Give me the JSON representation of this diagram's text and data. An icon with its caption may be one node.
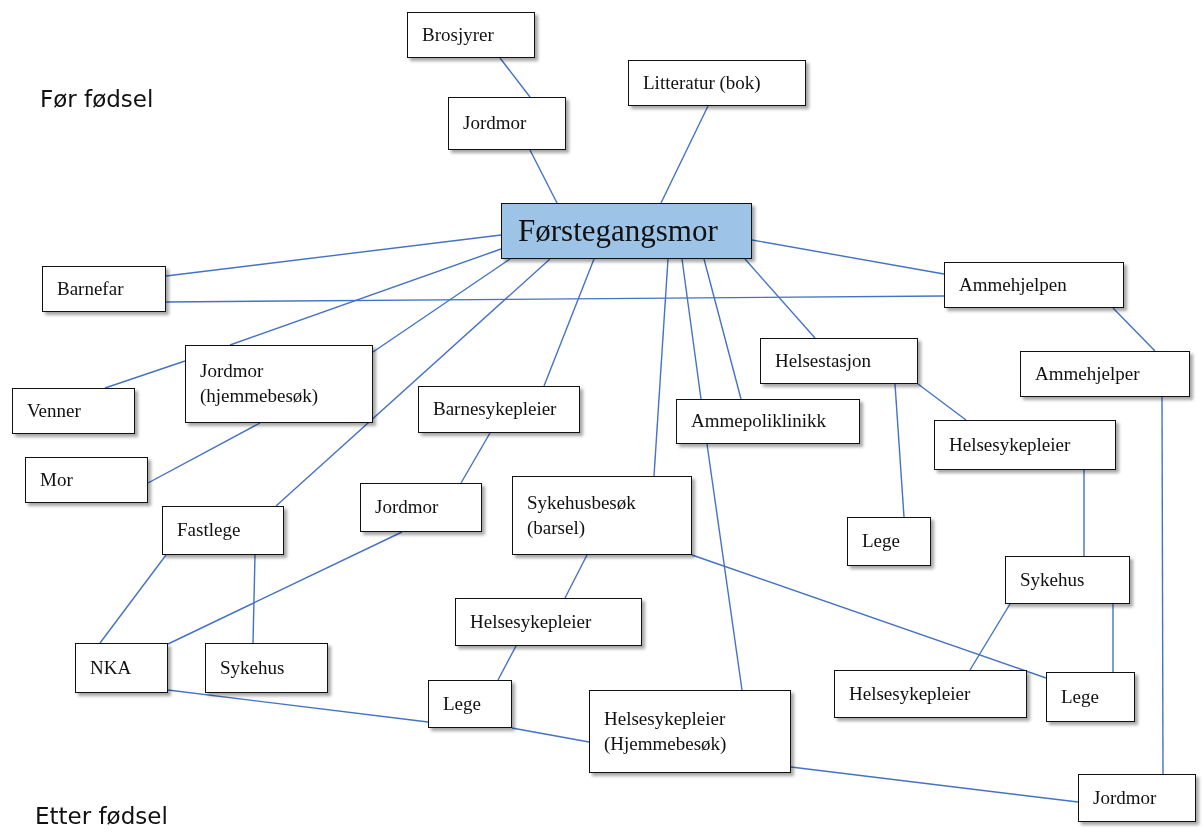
{
  "diagram": {
    "nodes": [
      {
        "text": [
          "Førstegangsmor"
        ]
      },
      {
        "text": [
          "Brosjyrer"
        ]
      },
      {
        "text": [
          "Litteratur (bok)"
        ]
      },
      {
        "text": [
          "Jordmor"
        ]
      },
      {
        "text": [
          "Barnefar"
        ]
      },
      {
        "text": [
          "Ammehjelpen"
        ]
      },
      {
        "text": [
          "Jordmor (hjemmebesøk)"
        ]
      },
      {
        "text": [
          "Venner"
        ]
      },
      {
        "text": [
          "Mor"
        ]
      },
      {
        "text": [
          "Helsestasjon"
        ]
      },
      {
        "text": [
          "Ammehjelper"
        ]
      },
      {
        "text": [
          "Barnesykepleier"
        ]
      },
      {
        "text": [
          "Ammepoliklinikk"
        ]
      },
      {
        "text": [
          "Helsesykepleier"
        ]
      },
      {
        "text": [
          "Fastlege"
        ]
      },
      {
        "text": [
          "Jordmor"
        ]
      },
      {
        "text": [
          "Sykehusbesøk (barsel)"
        ]
      },
      {
        "text": [
          "Lege"
        ]
      },
      {
        "text": [
          "Sykehus"
        ]
      },
      {
        "text": [
          "NKA"
        ]
      },
      {
        "text": [
          "Sykehus"
        ]
      },
      {
        "text": [
          "Helsesykepleier"
        ]
      },
      {
        "text": [
          "Lege"
        ]
      },
      {
        "text": [
          "Helsesykepleier (Hjemmebesøk)"
        ]
      },
      {
        "text": [
          "Helsesykepleier"
        ]
      },
      {
        "text": [
          "Lege"
        ]
      },
      {
        "text": [
          "Jordmor"
        ]
      }
    ],
    "edges": [
      {
        "from": 1,
        "to": 3,
        "arrow": "none"
      },
      {
        "from": 3,
        "to": 0,
        "arrow": "none"
      },
      {
        "from": 2,
        "to": 0,
        "arrow": "none"
      },
      {
        "from": 4,
        "to": 0,
        "arrow": "none"
      },
      {
        "from": 4,
        "to": 5,
        "arrow": "none"
      },
      {
        "from": 0,
        "to": 5,
        "arrow": "none"
      },
      {
        "from": 7,
        "to": 6,
        "arrow": "none"
      },
      {
        "from": 6,
        "to": 0,
        "arrow": "none"
      },
      {
        "from": 8,
        "to": 6,
        "arrow": "none"
      },
      {
        "from": 14,
        "to": 0,
        "arrow": "none"
      },
      {
        "from": 11,
        "to": 0,
        "arrow": "none"
      },
      {
        "from": 16,
        "to": 0,
        "arrow": "none"
      },
      {
        "from": 12,
        "to": 0,
        "arrow": "none"
      },
      {
        "from": 12,
        "to": 0,
        "arrow": "none"
      },
      {
        "from": 9,
        "to": 0,
        "arrow": "none"
      },
      {
        "from": 5,
        "to": 10,
        "arrow": "none"
      },
      {
        "from": 10,
        "to": 26,
        "arrow": "none"
      },
      {
        "from": 9,
        "to": 13,
        "arrow": "none"
      },
      {
        "from": 9,
        "to": 17,
        "arrow": "none"
      },
      {
        "from": 13,
        "to": 18,
        "arrow": "none"
      },
      {
        "from": 18,
        "to": 24,
        "arrow": "none"
      },
      {
        "from": 18,
        "to": 25,
        "arrow": "none"
      },
      {
        "from": 16,
        "to": 25,
        "arrow": "none"
      },
      {
        "from": 16,
        "to": 21,
        "arrow": "none"
      },
      {
        "from": 21,
        "to": 22,
        "arrow": "none"
      },
      {
        "from": 11,
        "to": 15,
        "arrow": "none"
      },
      {
        "from": 15,
        "to": 19,
        "arrow": "none"
      },
      {
        "from": 14,
        "to": 19,
        "arrow": "none"
      },
      {
        "from": 14,
        "to": 20,
        "arrow": "none"
      },
      {
        "from": 19,
        "to": 22,
        "arrow": "none"
      },
      {
        "from": 12,
        "to": 23,
        "arrow": "none"
      },
      {
        "from": 23,
        "to": 26,
        "arrow": "none"
      },
      {
        "from": 6,
        "to": 0,
        "arrow": "none"
      },
      {
        "from": 22,
        "to": 23,
        "arrow": "none"
      }
    ],
    "labels": [
      "Før fødsel",
      "Etter fødsel"
    ]
  }
}
